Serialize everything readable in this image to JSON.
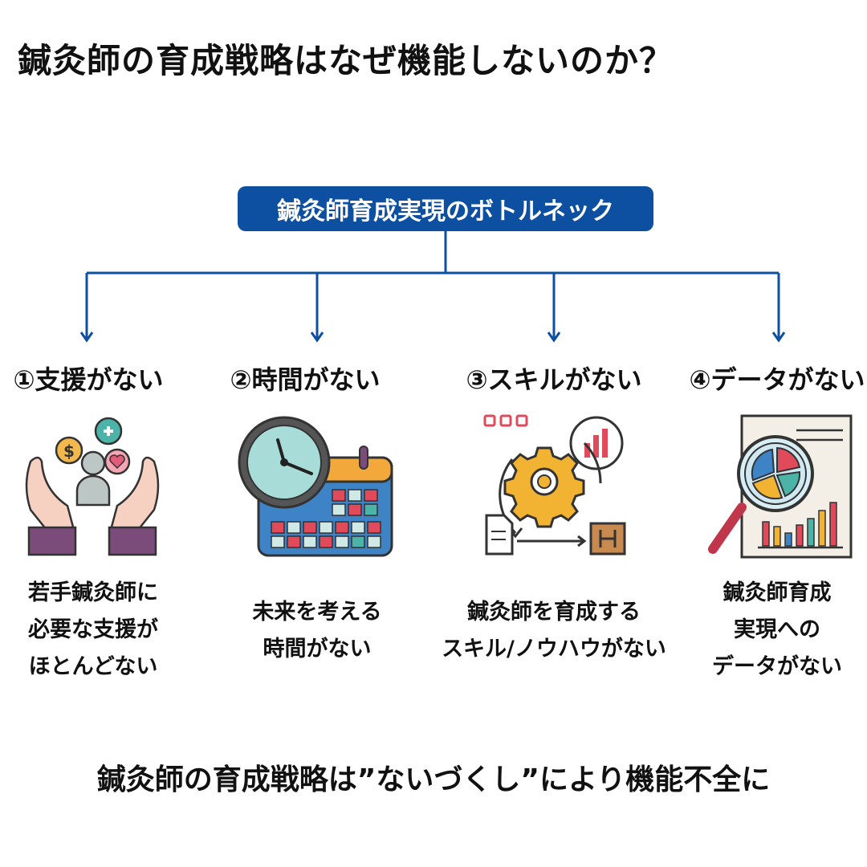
{
  "title": "鍼灸師の育成戦略はなぜ機能しないのか？",
  "root_label": "鍼灸師育成実現のボトルネック",
  "colors": {
    "accent": "#0d4fa0",
    "text": "#111111",
    "background": "#ffffff"
  },
  "items": [
    {
      "heading": "①支援がない",
      "icon": "hands-support-icon",
      "desc": [
        "若手鍼灸師に",
        "必要な支援が",
        "ほとんどない"
      ]
    },
    {
      "heading": "②時間がない",
      "icon": "clock-calendar-icon",
      "desc": [
        "未来を考える",
        "時間がない"
      ]
    },
    {
      "heading": "③スキルがない",
      "icon": "gear-process-icon",
      "desc": [
        "鍼灸師を育成する",
        "スキル/ノウハウがない"
      ]
    },
    {
      "heading": "④データがない",
      "icon": "data-analysis-icon",
      "desc": [
        "鍼灸師育成",
        "実現への",
        "データがない"
      ]
    }
  ],
  "conclusion": "鍼灸師の育成戦略は”ないづくし”により機能不全に"
}
